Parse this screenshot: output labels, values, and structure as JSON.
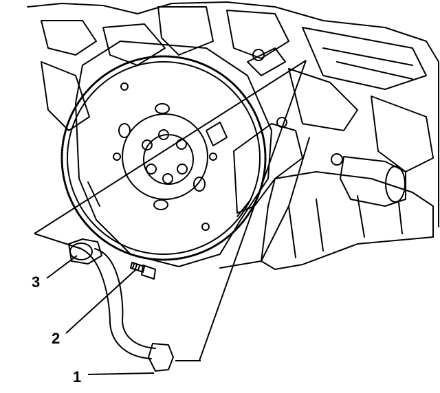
{
  "figure": {
    "background": "#ffffff",
    "line_color": "#000000",
    "callouts": [
      {
        "number": "3",
        "part": "hose-end-fitting"
      },
      {
        "number": "2",
        "part": "bolt"
      },
      {
        "number": "1",
        "part": "hose-lower-fitting"
      }
    ]
  }
}
